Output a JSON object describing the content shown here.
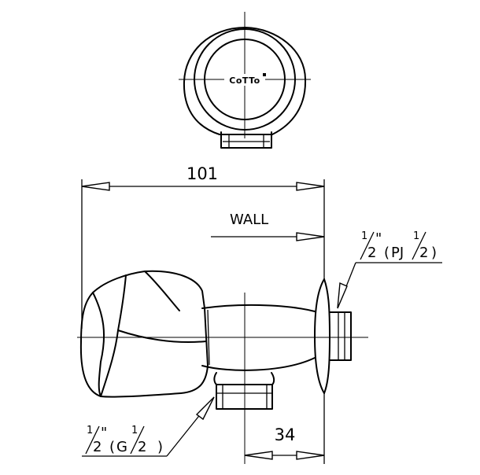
{
  "brand": {
    "logo_text": "CoTTo"
  },
  "dimensions": {
    "overall_length": "101",
    "wall_projection": "34"
  },
  "labels": {
    "wall": "WALL"
  },
  "thread_outlet": {
    "size_numerator": "1",
    "size_denominator": "2",
    "inch_mark": "\"",
    "open_paren": "(",
    "thread_code": "PJ",
    "thread_numerator": "1",
    "thread_denominator": "2",
    "close_paren": ")"
  },
  "thread_inlet": {
    "size_numerator": "1",
    "size_denominator": "2",
    "inch_mark": "\"",
    "open_paren": "(",
    "thread_code": "G",
    "thread_numerator": "1",
    "thread_denominator": "2",
    "close_paren": ")"
  }
}
